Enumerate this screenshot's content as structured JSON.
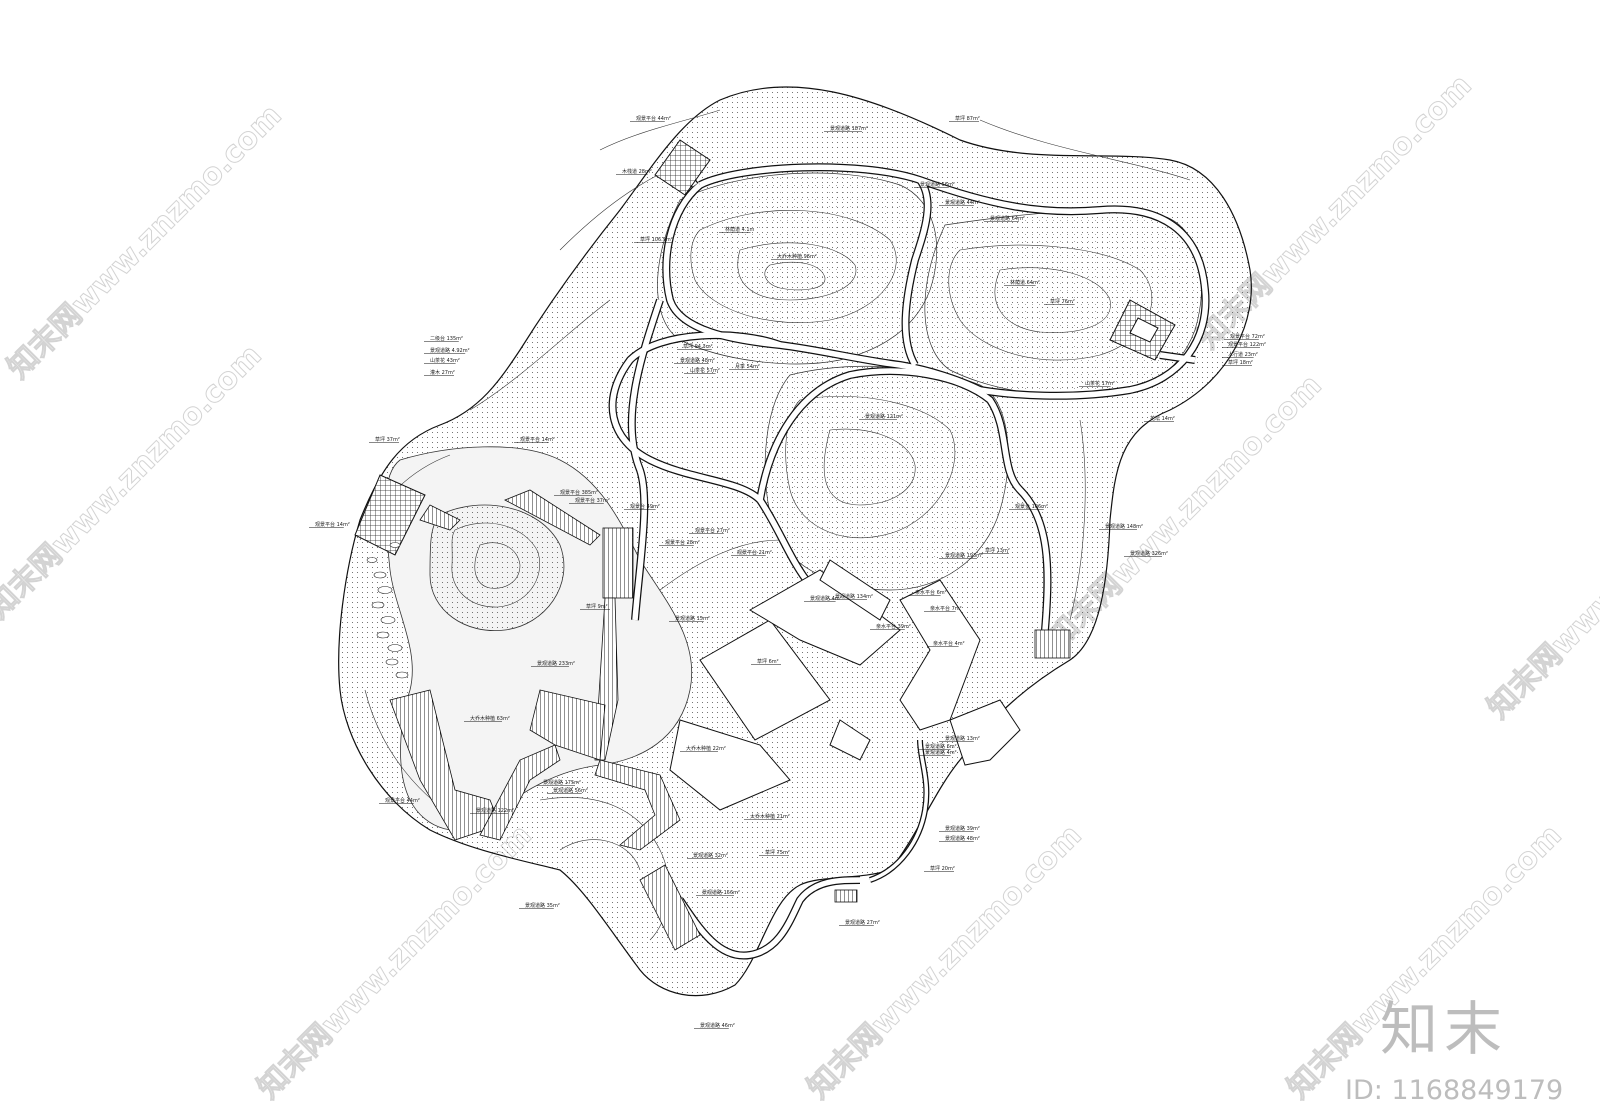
{
  "brand": {
    "logo_text": "知末",
    "id_text": "ID: 1168849179"
  },
  "watermark": {
    "text": "知末网www.znzmo.com"
  },
  "plan_labels": [
    "观景平台 44m²",
    "草坪 87m²",
    "木栈道 28m²",
    "景观道路 187m²",
    "景观道路 56m²",
    "景观道路 44m²",
    "景观道路 64m²",
    "林荫道 4.1m",
    "草坪 106.9m²",
    "大乔木种植 96m²",
    "林荫道 64m²",
    "二级台 135m²",
    "景观道路 4.92m²",
    "山茶花 43m²",
    "灌木 27m²",
    "草坪 94.3m²",
    "景观道路 48m²",
    "山茶花 57m²",
    "月季 54m²",
    "景观道路 121m²",
    "草坪 76m²",
    "观景平台 72m²",
    "观景平台 122m²",
    "人行道 23m²",
    "草坪 18m²",
    "山茶花 17m²",
    "花坛 14m²",
    "草坪 37m²",
    "观景平台 14m²",
    "观景平台 385m²",
    "观景平台 37m²",
    "观景平台 14m²",
    "观景台 49m²",
    "观景平台 27m²",
    "观景平台 28m²",
    "观景平台 21m²",
    "草坪 9m²",
    "景观道路 15m²",
    "景观道路 233m²",
    "大乔木种植 63m²",
    "景观道路 122m²",
    "观景平台 44m²",
    "景观道路 56m²",
    "景观道路 175m²",
    "大乔木种植 22m²",
    "大乔木种植 21m²",
    "草坪 75m²",
    "景观道路 32m²",
    "景观道路 35m²",
    "景观道路 156m²",
    "景观道路 27m²",
    "景观道路 46m²",
    "景观道路 39m²",
    "景观道路 48m²",
    "草坪 20m²",
    "草坪 13m²",
    "景观道路 326m²",
    "观景台 106m²",
    "景观道路 148m²",
    "景观道路 193m²",
    "景观道路 134m²",
    "景观道路 4m²",
    "亲水平台 6m²",
    "亲水平台 7m²",
    "景观道路 13m²",
    "景观道路 6m²",
    "景观道路 4m²",
    "草坪 6m²",
    "亲水平台 39m²",
    "亲水平台 4m²"
  ]
}
